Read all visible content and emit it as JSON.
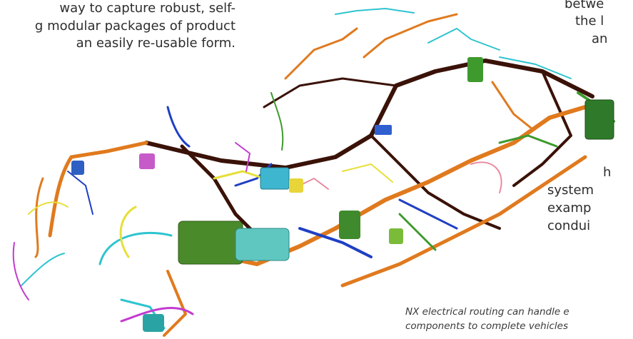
{
  "body_text_left": {
    "line1": "way to capture robust, self-",
    "line2": "g modular packages of product",
    "line3": "an easily re-usable form."
  },
  "body_text_right": {
    "line1": "betwe",
    "line2": "the l",
    "line3": "an",
    "line4": "h",
    "line5": "system",
    "line6": "examp",
    "line7": "condui"
  },
  "caption": {
    "line1": "NX electrical routing can handle e",
    "line2": "components to complete vehicles"
  },
  "image": {
    "subject": "vehicle-wiring-harness",
    "colors": {
      "trunk": "#3a1208",
      "orange": "#e07a1e",
      "cyan": "#2ec4cf",
      "blue": "#1f3fc4",
      "yellow": "#e6df3a",
      "green": "#3f9a2e",
      "magenta": "#c23bd0",
      "pink": "#e98ca0"
    }
  }
}
